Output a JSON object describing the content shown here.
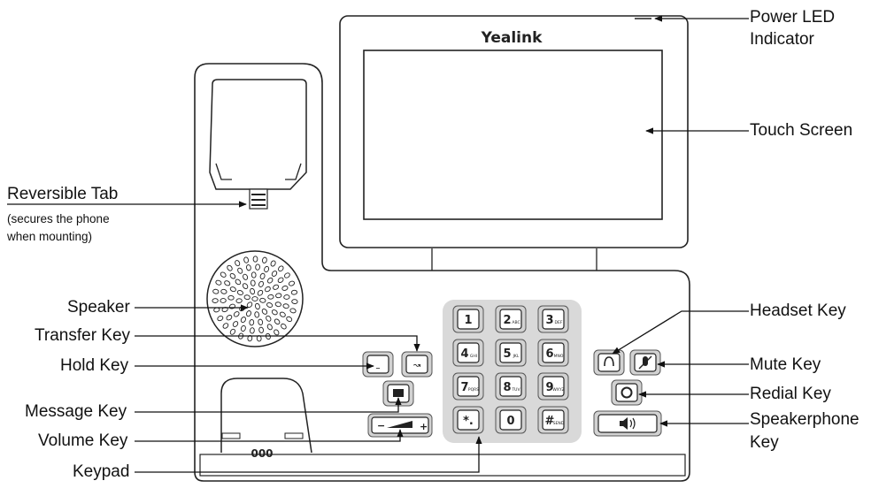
{
  "phone": {
    "brand": "Yealink",
    "keypad_keys": [
      {
        "digit": "1",
        "letters": ""
      },
      {
        "digit": "2",
        "letters": "ABC"
      },
      {
        "digit": "3",
        "letters": "DEF"
      },
      {
        "digit": "4",
        "letters": "GHI"
      },
      {
        "digit": "5",
        "letters": "JKL"
      },
      {
        "digit": "6",
        "letters": "MNO"
      },
      {
        "digit": "7",
        "letters": "PQRS"
      },
      {
        "digit": "8",
        "letters": "TUV"
      },
      {
        "digit": "9",
        "letters": "WXYZ"
      },
      {
        "digit": "*.",
        "letters": ""
      },
      {
        "digit": "0",
        "letters": ""
      },
      {
        "digit": "#",
        "letters": "SEND"
      }
    ],
    "volume_minus": "−",
    "volume_plus": "+",
    "hook_label": "000"
  },
  "labels": {
    "power_led_line1": "Power LED",
    "power_led_line2": "Indicator",
    "touch_screen": "Touch Screen",
    "reversible_tab": "Reversible Tab",
    "reversible_tab_note1": "(secures the phone",
    "reversible_tab_note2": "when mounting)",
    "speaker": "Speaker",
    "transfer_key": "Transfer Key",
    "hold_key": "Hold Key",
    "message_key": "Message Key",
    "volume_key": "Volume Key",
    "keypad": "Keypad",
    "headset_key": "Headset Key",
    "mute_key": "Mute Key",
    "redial_key": "Redial Key",
    "speakerphone_line1": "Speakerphone",
    "speakerphone_line2": "Key"
  },
  "colors": {
    "outline": "#222222",
    "key_fill": "#d2d2d2",
    "keypad_bg": "#d9d9d9"
  }
}
